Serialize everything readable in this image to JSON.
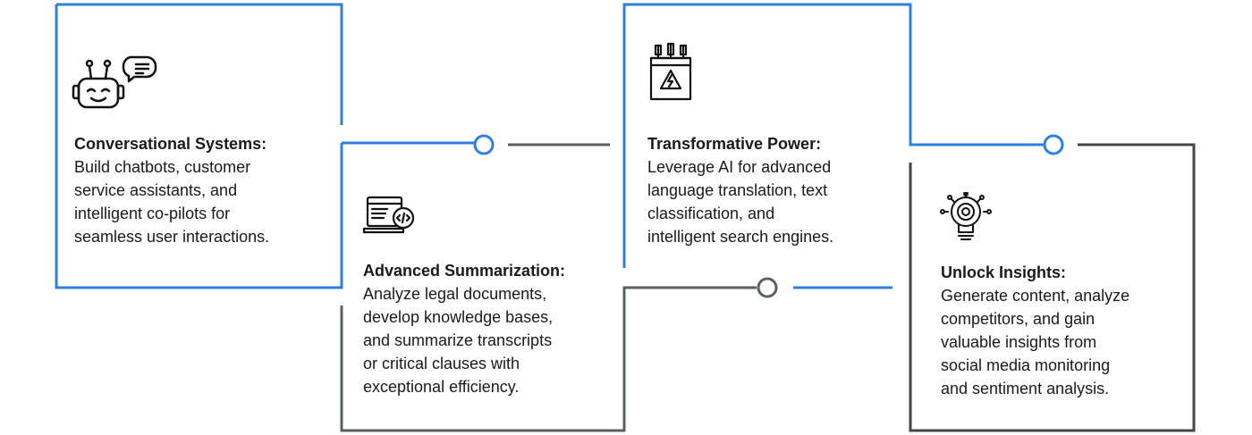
{
  "colors": {
    "blue": "#2f7fdc",
    "gray": "#5a5f63",
    "dark": "#454545",
    "text": "#1a1a1a"
  },
  "cards": [
    {
      "icon": "robot-chat-icon",
      "title": "Conversational Systems:",
      "lines": [
        "Build chatbots, customer",
        "service assistants, and",
        "intelligent co-pilots for",
        "seamless user interactions."
      ]
    },
    {
      "icon": "laptop-code-icon",
      "title": "Advanced Summarization:",
      "lines": [
        "Analyze legal documents,",
        "develop knowledge bases,",
        "and summarize transcripts",
        "or critical clauses with",
        "exceptional efficiency."
      ]
    },
    {
      "icon": "transformer-icon",
      "title": "Transformative Power:",
      "lines": [
        "Leverage AI for advanced",
        "language translation, text",
        "classification, and",
        "intelligent search engines."
      ]
    },
    {
      "icon": "lightbulb-gear-icon",
      "title": "Unlock Insights:",
      "lines": [
        "Generate content, analyze",
        "competitors, and gain",
        "valuable insights from",
        "social media monitoring",
        "and sentiment analysis."
      ]
    }
  ]
}
